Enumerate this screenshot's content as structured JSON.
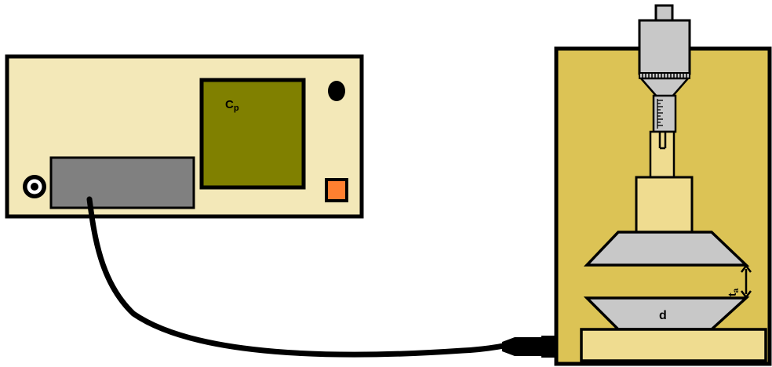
{
  "meter": {
    "display_label": "C",
    "display_label_sub": "p"
  },
  "fixture": {
    "thickness_label": "t",
    "thickness_label_sub": "a",
    "diameter_label": "d"
  },
  "colors": {
    "meter_body": "#f3e8b8",
    "display_screen": "#808000",
    "panel_slot": "#808080",
    "orange_button": "#ff8030",
    "cabinet": "#dcc355",
    "electrode": "#c8c8c8",
    "micrometer_body": "#c8c8c8",
    "cream_parts": "#efdc90",
    "outline": "#000000"
  },
  "icons": {
    "coax_connector": "coax-connector-icon",
    "knob": "knob-icon",
    "button": "square-button-icon"
  }
}
